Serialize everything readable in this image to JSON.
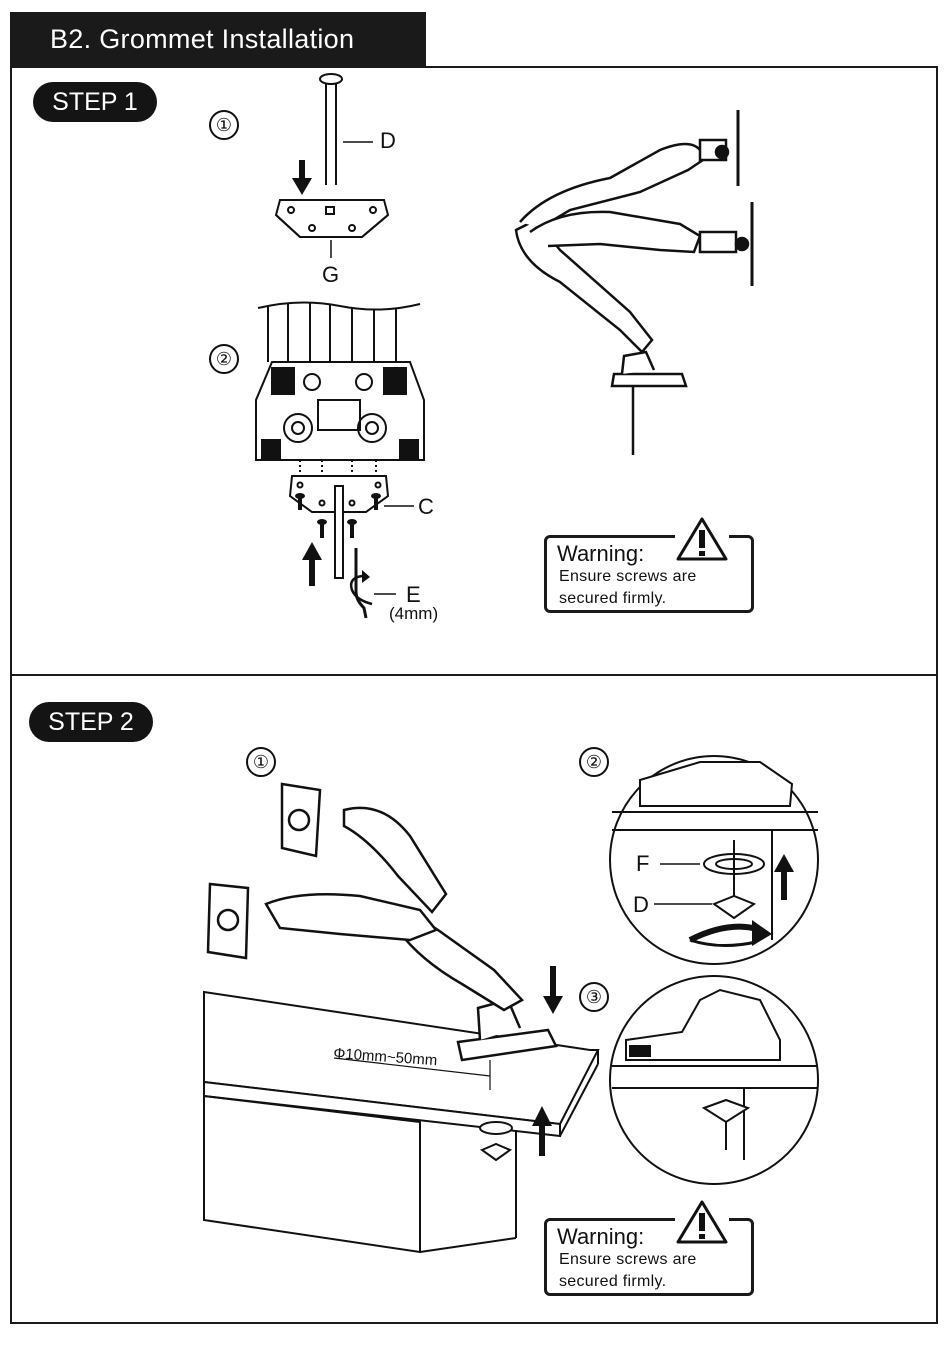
{
  "header": {
    "title": "B2. Grommet Installation"
  },
  "step1": {
    "label": "STEP 1",
    "sub1": "①",
    "sub2": "②",
    "parts": {
      "d": "D",
      "g": "G",
      "c": "C",
      "e": "E",
      "e_size": "(4mm)"
    },
    "warning": {
      "title": "Warning:",
      "line1": "Ensure screws are",
      "line2": "secured firmly."
    }
  },
  "step2": {
    "label": "STEP 2",
    "sub1": "①",
    "sub2": "②",
    "sub3": "③",
    "parts": {
      "f": "F",
      "d": "D"
    },
    "dimension": "Φ10mm~50mm",
    "warning": {
      "title": "Warning:",
      "line1": "Ensure screws are",
      "line2": "secured firmly."
    }
  },
  "icons": [
    "warning-triangle-icon",
    "arrow-down-icon",
    "arrow-up-icon",
    "rotate-arrow-icon",
    "hex-key-icon"
  ]
}
